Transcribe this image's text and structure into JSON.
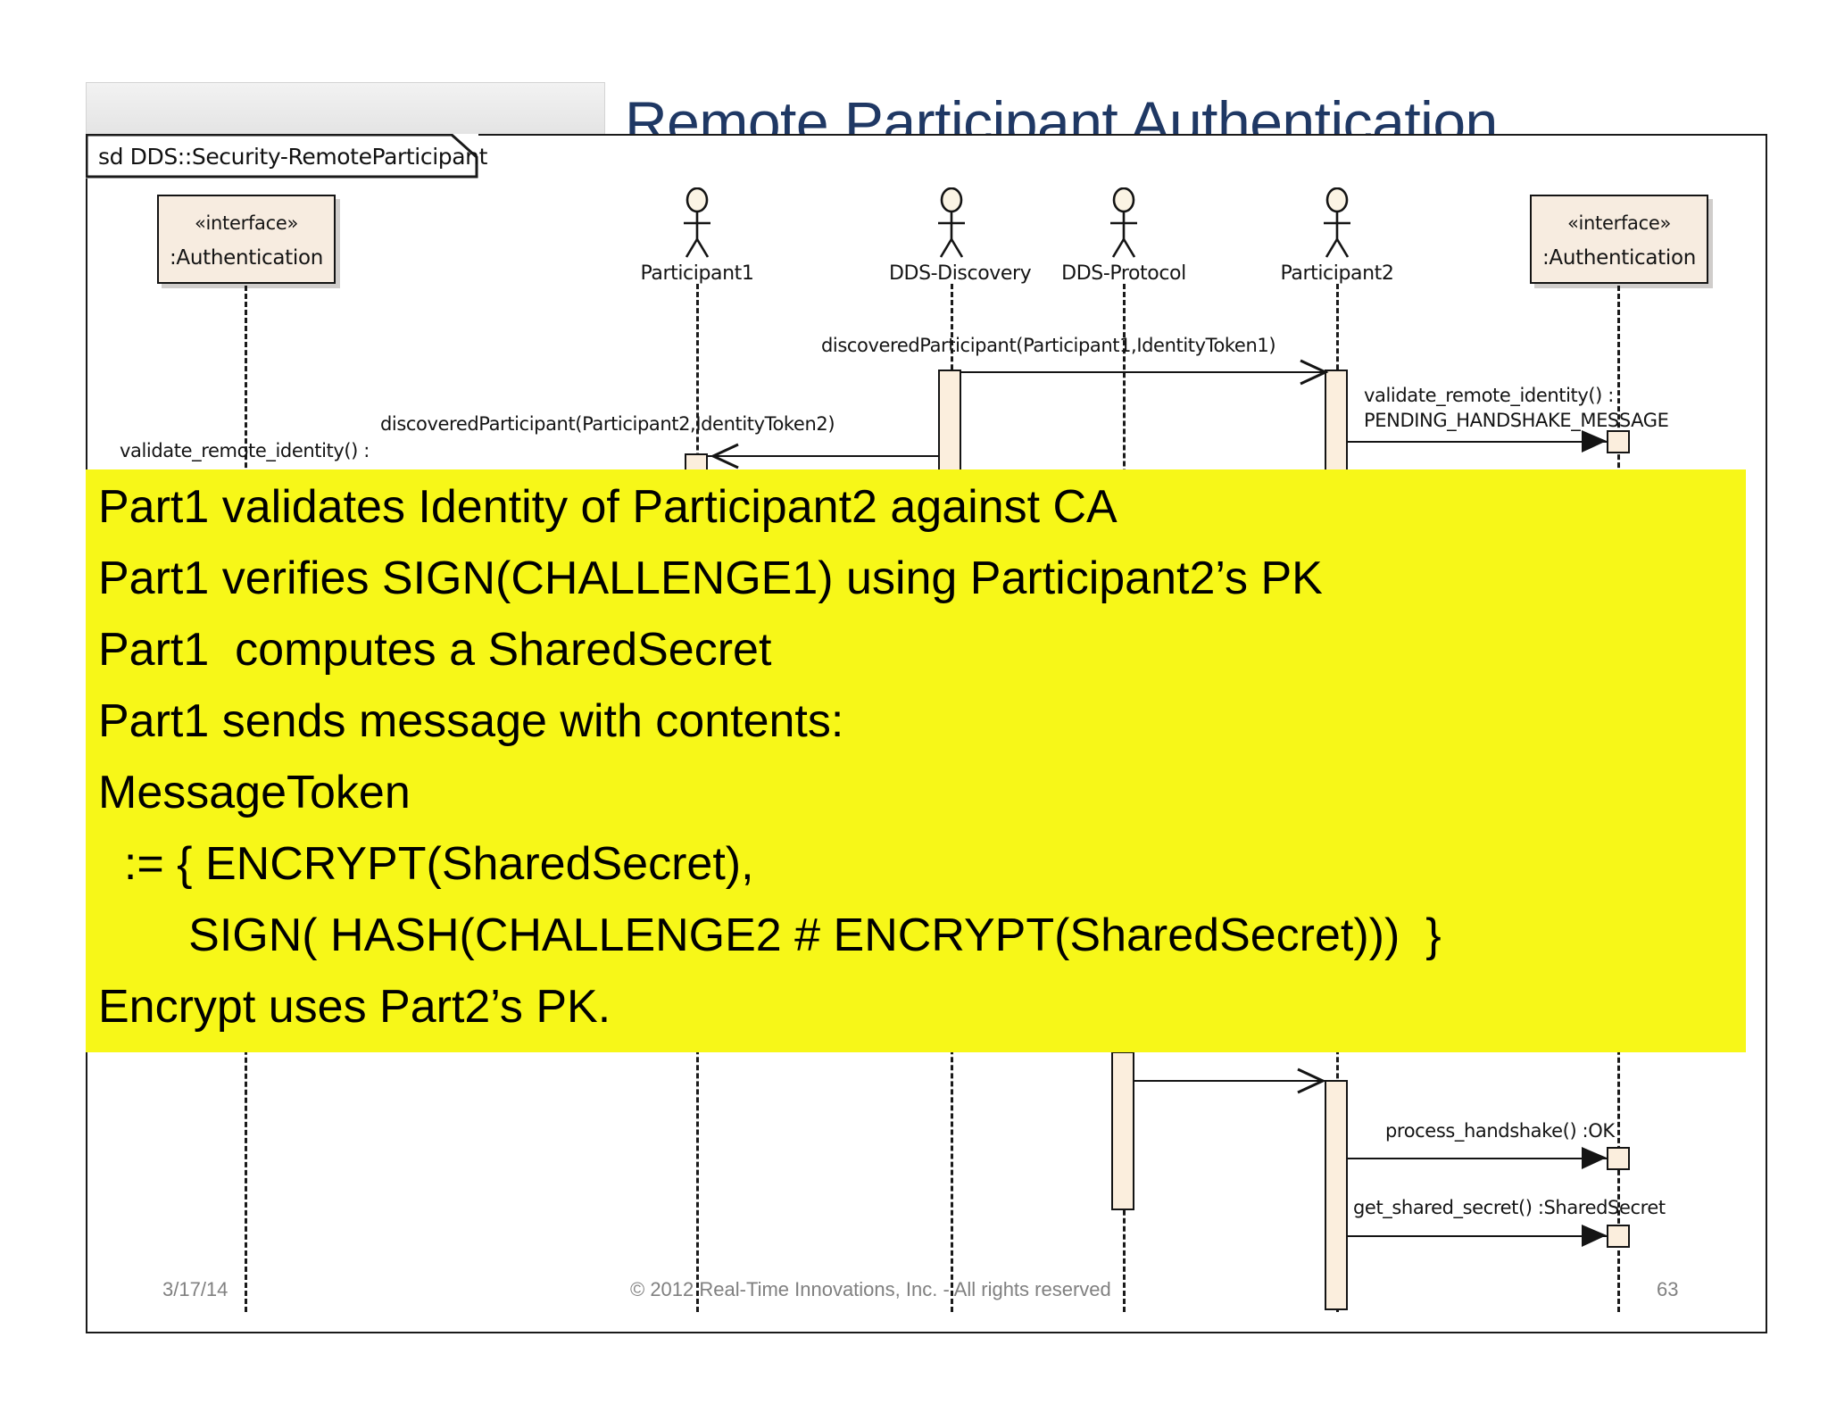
{
  "slide": {
    "title": "Remote Participant Authentication",
    "title_color": "#1f3864",
    "highlight_color": "#f7f718"
  },
  "diagram": {
    "frame_label": "sd DDS::Security-RemoteParticipant",
    "interface_left": {
      "stereotype": "«interface»",
      "name": ":Authentication"
    },
    "interface_right": {
      "stereotype": "«interface»",
      "name": ":Authentication"
    },
    "actors": [
      {
        "name": "Participant1",
        "icon": "actor-stick-figure-icon"
      },
      {
        "name": "DDS-Discovery",
        "icon": "actor-stick-figure-icon"
      },
      {
        "name": "DDS-Protocol",
        "icon": "actor-stick-figure-icon"
      },
      {
        "name": "Participant2",
        "icon": "actor-stick-figure-icon"
      }
    ],
    "messages": [
      {
        "id": "m1",
        "label": "discoveredParticipant(Participant1,IdentityToken1)"
      },
      {
        "id": "m2",
        "label": "validate_remote_identity() :\nPENDING_HANDSHAKE_MESSAGE"
      },
      {
        "id": "m2a",
        "label": "validate_remote_identity() :"
      },
      {
        "id": "m2b",
        "label": "PENDING_HANDSHAKE_MESSAGE"
      },
      {
        "id": "m3",
        "label": "discoveredParticipant(Participant2,IdentityToken2)"
      },
      {
        "id": "m4",
        "label": "validate_remote_identity() :"
      },
      {
        "id": "m5",
        "label": "process_handshake() :OK"
      },
      {
        "id": "m6",
        "label": "get_shared_secret() :SharedSecret"
      }
    ]
  },
  "annotation": {
    "lines": [
      "Part1 validates Identity of Participant2 against CA",
      "Part1 verifies SIGN(CHALLENGE1) using Participant2’s PK",
      "Part1  computes a SharedSecret",
      "Part1 sends message with contents:",
      "MessageToken",
      "  := { ENCRYPT(SharedSecret),",
      "       SIGN( HASH(CHALLENGE2 # ENCRYPT(SharedSecret)))  }",
      "Encrypt uses Part2’s PK."
    ]
  },
  "footer": {
    "date": "3/17/14",
    "copyright": "© 2012 Real-Time Innovations, Inc.  -  All rights reserved",
    "page_number": "63"
  }
}
